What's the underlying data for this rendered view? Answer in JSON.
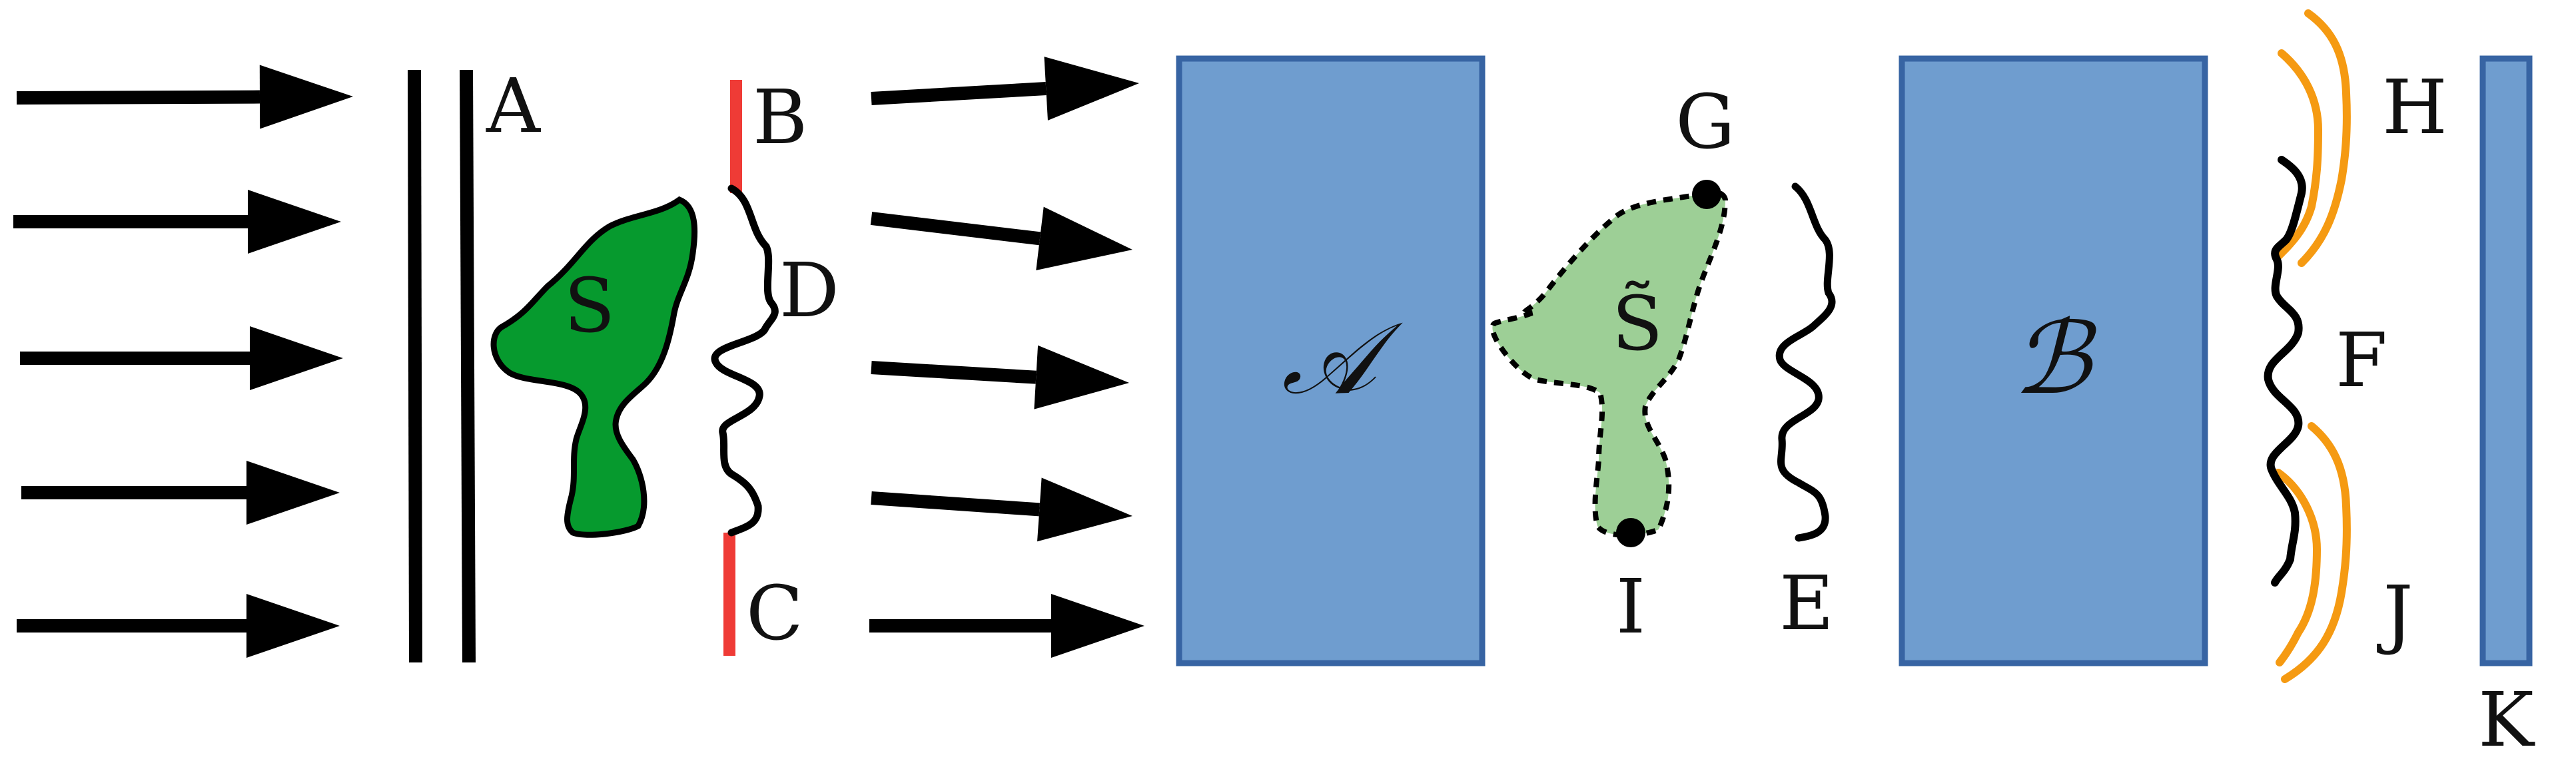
{
  "labels": {
    "A": "A",
    "B": "B",
    "C": "C",
    "D": "D",
    "E": "E",
    "F": "F",
    "G": "G",
    "H": "H",
    "I": "I",
    "J": "J",
    "K": "K",
    "S": "S",
    "S_tilde": "S̃",
    "block_A": "𝒜",
    "block_B": "ℬ"
  },
  "colors": {
    "arrow": "#000000",
    "plate": "#000000",
    "aperture": "#ef3b36",
    "scatterer": "#069a2e",
    "scatterer_image": "#9dcf96",
    "block_fill": "#6f9dcf",
    "block_stroke": "#3764a3",
    "wavefront": "#000000",
    "orange_wave": "#f59a12"
  },
  "icons": {
    "incident_arrows": "right-arrow-icon",
    "transmitted_arrows": "right-arrow-icon"
  }
}
